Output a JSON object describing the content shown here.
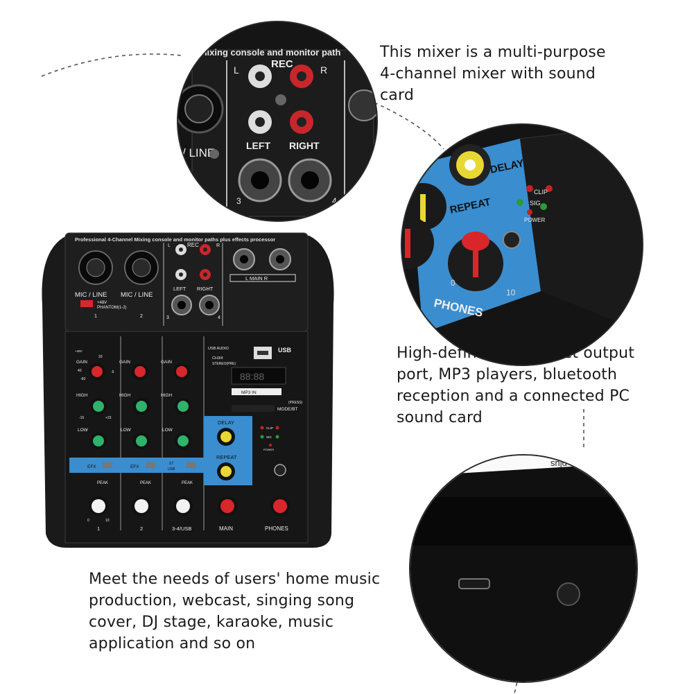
{
  "captions": {
    "top": [
      "This mixer is a multi-purpose",
      "4-channel mixer with sound",
      "card"
    ],
    "middle": [
      "High-definition headset output",
      "port, MP3 players, bluetooth",
      "reception and a connected PC",
      "sound card"
    ],
    "bottom": [
      "Meet the needs of users' home music",
      "production, webcast, singing song",
      "cover, DJ stage, karaoke, music",
      "application and so on"
    ]
  },
  "mixer": {
    "header": "Professional 4-Channel Mixing console and monitor paths plus effects processor",
    "rec": "REC",
    "l": "L",
    "r": "R",
    "left": "LEFT",
    "right": "RIGHT",
    "main_lr": "L  MAIN  R",
    "mic_line": "MIC / LINE",
    "phantom_48": "+48V",
    "phantom": "PHANTOM(1-2)",
    "ch1": "1",
    "ch2": "2",
    "ch34": "3-4/USB",
    "num3": "3",
    "num4": "4",
    "usb": "USB",
    "usb_audio": "USB AUDIO",
    "ch34_stereo": "CH3/4",
    "stereo_pre": "STEREO(PRE)",
    "display": "88:88",
    "mp3": "MP3 IN",
    "press": "(PRESS)",
    "mode_bt": "MODE/BT",
    "gain": "GAIN",
    "high": "HIGH",
    "low": "LOW",
    "efx": "EFX",
    "st": "ST",
    "usb_small": "USB",
    "peak": "PEAK",
    "delay": "DELAY",
    "repeat": "REPEAT",
    "clip": "CLIP",
    "sig": "SIG",
    "power": "POWER",
    "main": "MAIN",
    "phones": "PHONES",
    "v48": "+48V",
    "g20": "20",
    "g40": "40",
    "g60": "-60",
    "g5": "-5",
    "m15": "-15",
    "p15": "+15",
    "zero": "0",
    "ten": "10"
  },
  "zoom_top": {
    "header": "mixing console and monitor path",
    "rec": "REC",
    "l": "L",
    "r": "R",
    "left": "LEFT",
    "right": "RIGHT",
    "line": "/ LINE",
    "n3": "3",
    "n4": "4"
  },
  "zoom_right": {
    "delay": "DELAY",
    "repeat": "REPEAT",
    "clip": "CLIP",
    "sig": "SIG",
    "power": "POWER",
    "phones": "PHONES",
    "zero": "0",
    "ten": "10"
  },
  "zoom_bottom": {
    "edge_text": "for paths plus"
  },
  "colors": {
    "panel": "#101010",
    "blue_panel": "#3d8fd0",
    "knob_red": "#d9262b",
    "knob_green": "#2fb26b",
    "knob_yellow": "#e8d833",
    "knob_white": "#f2f2f2"
  }
}
